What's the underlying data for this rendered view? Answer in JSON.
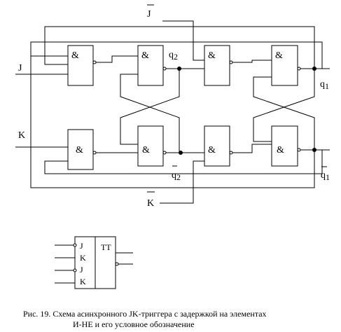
{
  "gate_symbol": "&",
  "inputs": {
    "j": "J",
    "k": "K",
    "j_bar": "J",
    "k_bar": "K"
  },
  "outputs": {
    "q2": "q",
    "q2_sub": "2",
    "q2_bar": "q",
    "q2_bar_sub": "2",
    "q1": "q",
    "q1_sub": "1",
    "q1_bar": "q",
    "q1_bar_sub": "1"
  },
  "symbol": {
    "title": "TT",
    "pins": [
      "J",
      "K",
      "J",
      "K"
    ]
  },
  "caption": {
    "line1": "Рис. 19. Схема асинхронного JK-триггера с задержкой на элементах",
    "line2": "И-НЕ и его условное обозначение"
  }
}
